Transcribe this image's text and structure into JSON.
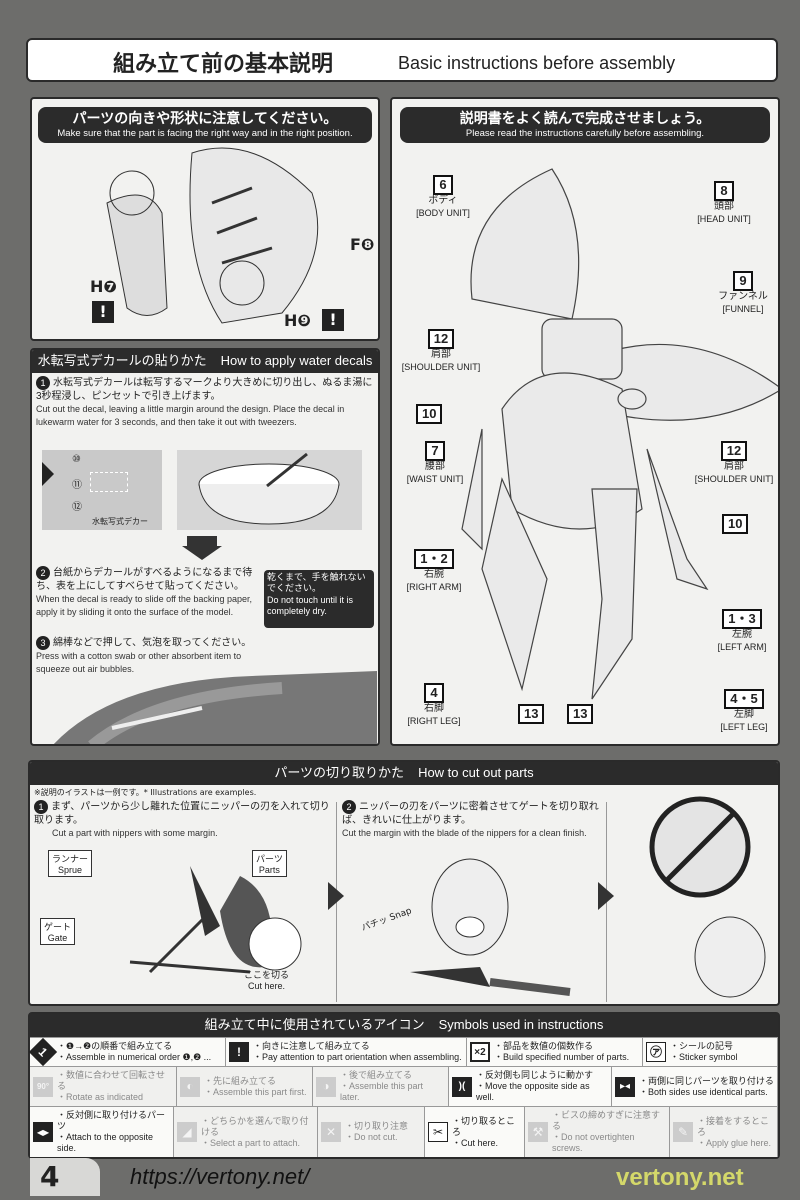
{
  "header": {
    "title_jp": "組み立て前の基本説明",
    "title_en": "Basic instructions before assembly"
  },
  "orientation": {
    "title_jp": "パーツの向きや形状に注意してください。",
    "title_en": "Make sure that the part is facing the right way and in the right position.",
    "labels": [
      "H❼",
      "H❾",
      "F❽"
    ],
    "warning": "!"
  },
  "instructions_read": {
    "title_jp": "説明書をよく読んで完成させましょう。",
    "title_en": "Please read the instructions carefully before assembling."
  },
  "callouts": [
    {
      "num": "6",
      "jp": "ボディ",
      "en": "[BODY UNIT]"
    },
    {
      "num": "8",
      "jp": "頭部",
      "en": "[HEAD UNIT]"
    },
    {
      "num": "9",
      "jp": "ファンネル",
      "en": "[FUNNEL]"
    },
    {
      "num": "12",
      "jp": "肩部",
      "en": "[SHOULDER UNIT]"
    },
    {
      "num": "10",
      "jp": "",
      "en": ""
    },
    {
      "num": "7",
      "jp": "腰部",
      "en": "[WAIST UNIT]"
    },
    {
      "num": "12",
      "jp": "肩部",
      "en": "[SHOULDER UNIT]"
    },
    {
      "num": "10",
      "jp": "",
      "en": ""
    },
    {
      "num": "1・2",
      "jp": "右腕",
      "en": "[RIGHT ARM]"
    },
    {
      "num": "1・3",
      "jp": "左腕",
      "en": "[LEFT ARM]"
    },
    {
      "num": "4",
      "jp": "右脚",
      "en": "[RIGHT LEG]"
    },
    {
      "num": "13",
      "jp": "",
      "en": ""
    },
    {
      "num": "13",
      "jp": "",
      "en": ""
    },
    {
      "num": "4・5",
      "jp": "左脚",
      "en": "[LEFT LEG]"
    }
  ],
  "decals": {
    "title_jp": "水転写式デカールの貼りかた",
    "title_en": "How to apply water decals",
    "steps": [
      {
        "n": "1",
        "jp": "水転写式デカールは転写するマークより大きめに切り出し、ぬるま湯に3秒程浸し、ピンセットで引き上げます。",
        "en": "Cut out the decal, leaving a little margin around the design. Place the decal in lukewarm water for 3 seconds, and then take it out with tweezers."
      },
      {
        "n": "2",
        "jp": "台紙からデカールがすべるようになるまで待ち、表を上にしてすべらせて貼ってください。",
        "en": "When the decal is ready to slide off the backing paper, apply it by sliding it onto the surface of the model."
      },
      {
        "n": "3",
        "jp": "綿棒などで押して、気泡を取ってください。",
        "en": "Press with a cotton swab or other absorbent item to squeeze out air bubbles."
      }
    ],
    "sheet_nums": [
      "⑩",
      "⑪",
      "⑫"
    ],
    "sheet_label": "水転写式デカー",
    "warning_jp": "乾くまで、手を触れないでください。",
    "warning_en": "Do not touch until it is completely dry."
  },
  "cutting": {
    "title_jp": "パーツの切り取りかた",
    "title_en": "How to cut out parts",
    "note": "※説明のイラストは一例です。* Illustrations are examples.",
    "step1_jp": "まず、パーツから少し離れた位置にニッパーの刃を入れて切り取ります。",
    "step1_en": "Cut a part with nippers with some margin.",
    "step2_jp": "ニッパーの刃をパーツに密着させてゲートを切り取れば、きれいに仕上がります。",
    "step2_en": "Cut the margin with the blade of the nippers for a clean finish.",
    "labels": {
      "runner_jp": "ランナー",
      "runner_en": "Sprue",
      "gate_jp": "ゲート",
      "gate_en": "Gate",
      "parts_jp": "パーツ",
      "parts_en": "Parts",
      "cut_jp": "ここを切る",
      "cut_en": "Cut here.",
      "snap": "パチッ Snap"
    }
  },
  "symbols": {
    "title_jp": "組み立て中に使用されているアイコン",
    "title_en": "Symbols used in instructions",
    "row1": [
      {
        "icon": "1",
        "jp": "・❶→❷の順番で組み立てる",
        "en": "・Assemble in numerical order ❶,❷ ..."
      },
      {
        "icon": "!",
        "jp": "・向きに注意して組み立てる",
        "en": "・Pay attention to part orientation when assembling."
      },
      {
        "icon": "×2",
        "jp": "・部品を数値の個数作る",
        "en": "・Build specified number of parts."
      },
      {
        "icon": "㋐",
        "jp": "・シールの記号",
        "en": "・Sticker symbol"
      }
    ],
    "row2": [
      {
        "icon": "90°",
        "jp": "・数値に合わせて回転させる",
        "en": "・Rotate as indicated"
      },
      {
        "icon": "◐",
        "jp": "・先に組み立てる",
        "en": "・Assemble this part first."
      },
      {
        "icon": "◑",
        "jp": "・後で組み立てる",
        "en": "・Assemble this part later."
      },
      {
        "icon": ")(",
        "jp": "・反対側も同じように動かす",
        "en": "・Move the opposite side as well."
      },
      {
        "icon": "▸◂",
        "jp": "・両側に同じパーツを取り付ける",
        "en": "・Both sides use identical parts."
      }
    ],
    "row3": [
      {
        "icon": "◀▶",
        "jp": "・反対側に取り付けるパーツ",
        "en": "・Attach to the opposite side."
      },
      {
        "icon": "◢",
        "jp": "・どちらかを選んで取り付ける",
        "en": "・Select a part to attach."
      },
      {
        "icon": "✕",
        "jp": "・切り取り注意",
        "en": "・Do not cut."
      },
      {
        "icon": "✂",
        "jp": "・切り取るところ",
        "en": "・Cut here."
      },
      {
        "icon": "⚒",
        "jp": "・ビスの締めすぎに注意する",
        "en": "・Do not overtighten screws."
      },
      {
        "icon": "✎",
        "jp": "・接着をするところ",
        "en": "・Apply glue here."
      }
    ]
  },
  "page_number": "4",
  "watermark_url": "https://vertony.net/",
  "watermark_site": "vertony.net"
}
